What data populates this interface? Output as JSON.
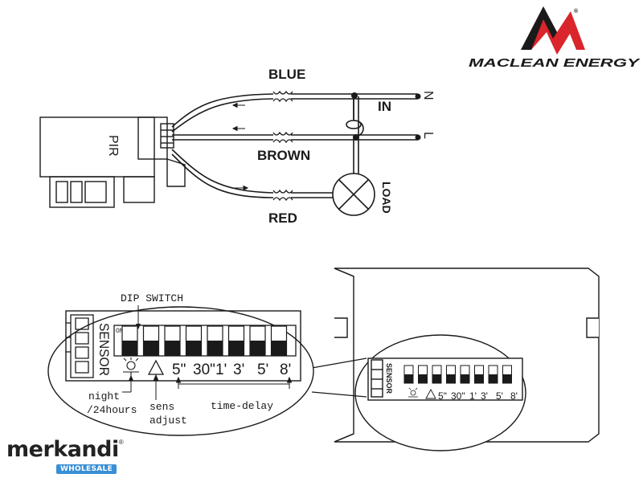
{
  "brand": {
    "name": "MACLEAN ENERGY",
    "reg_mark": "®",
    "logo_color": "#d9252b"
  },
  "wiring": {
    "device_label": "PIR",
    "wires": {
      "blue": "BLUE",
      "brown": "BROWN",
      "red": "RED"
    },
    "input_label": "IN",
    "neutral_mark": "N",
    "live_mark": "L",
    "load_label": "LOAD"
  },
  "zoom_panel": {
    "sensor_label": "SENSOR",
    "dip_title": "DIP SWITCH",
    "on_mark": "ON",
    "switch_count": 8,
    "settings": [
      "5\"",
      "30\"",
      "1'",
      "3'",
      "5'",
      "8'"
    ],
    "captions": {
      "night": "night",
      "hours": "/24hours",
      "sens": "sens",
      "adjust": "adjust",
      "delay": "time-delay"
    }
  },
  "module": {
    "sensor_label": "SENSOR",
    "settings": [
      "5\"",
      "30\"",
      "1'",
      "3'",
      "5'",
      "8'"
    ]
  },
  "watermark": {
    "name": "merkandi",
    "badge": "WHOLESALE",
    "reg_mark": "®",
    "badge_color": "#3a8fd4"
  }
}
